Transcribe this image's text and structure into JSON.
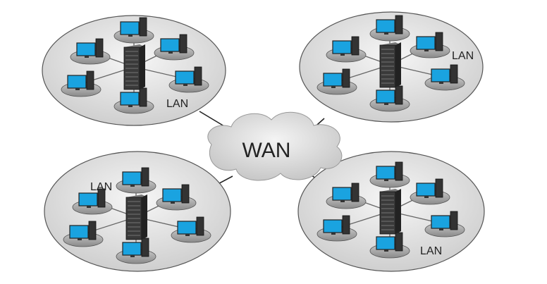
{
  "wan": {
    "label": "WAN"
  },
  "lans": [
    {
      "label": "LAN",
      "position": "top-left"
    },
    {
      "label": "LAN",
      "position": "top-right"
    },
    {
      "label": "LAN",
      "position": "bottom-left"
    },
    {
      "label": "LAN",
      "position": "bottom-right"
    }
  ],
  "colors": {
    "ellipse_fill": "#e3e3e3",
    "ellipse_stroke": "#555555",
    "monitor": "#1aa3e0",
    "tower": "#333333",
    "server": "#3a3a3a",
    "cloud": "#dcdcdc"
  }
}
